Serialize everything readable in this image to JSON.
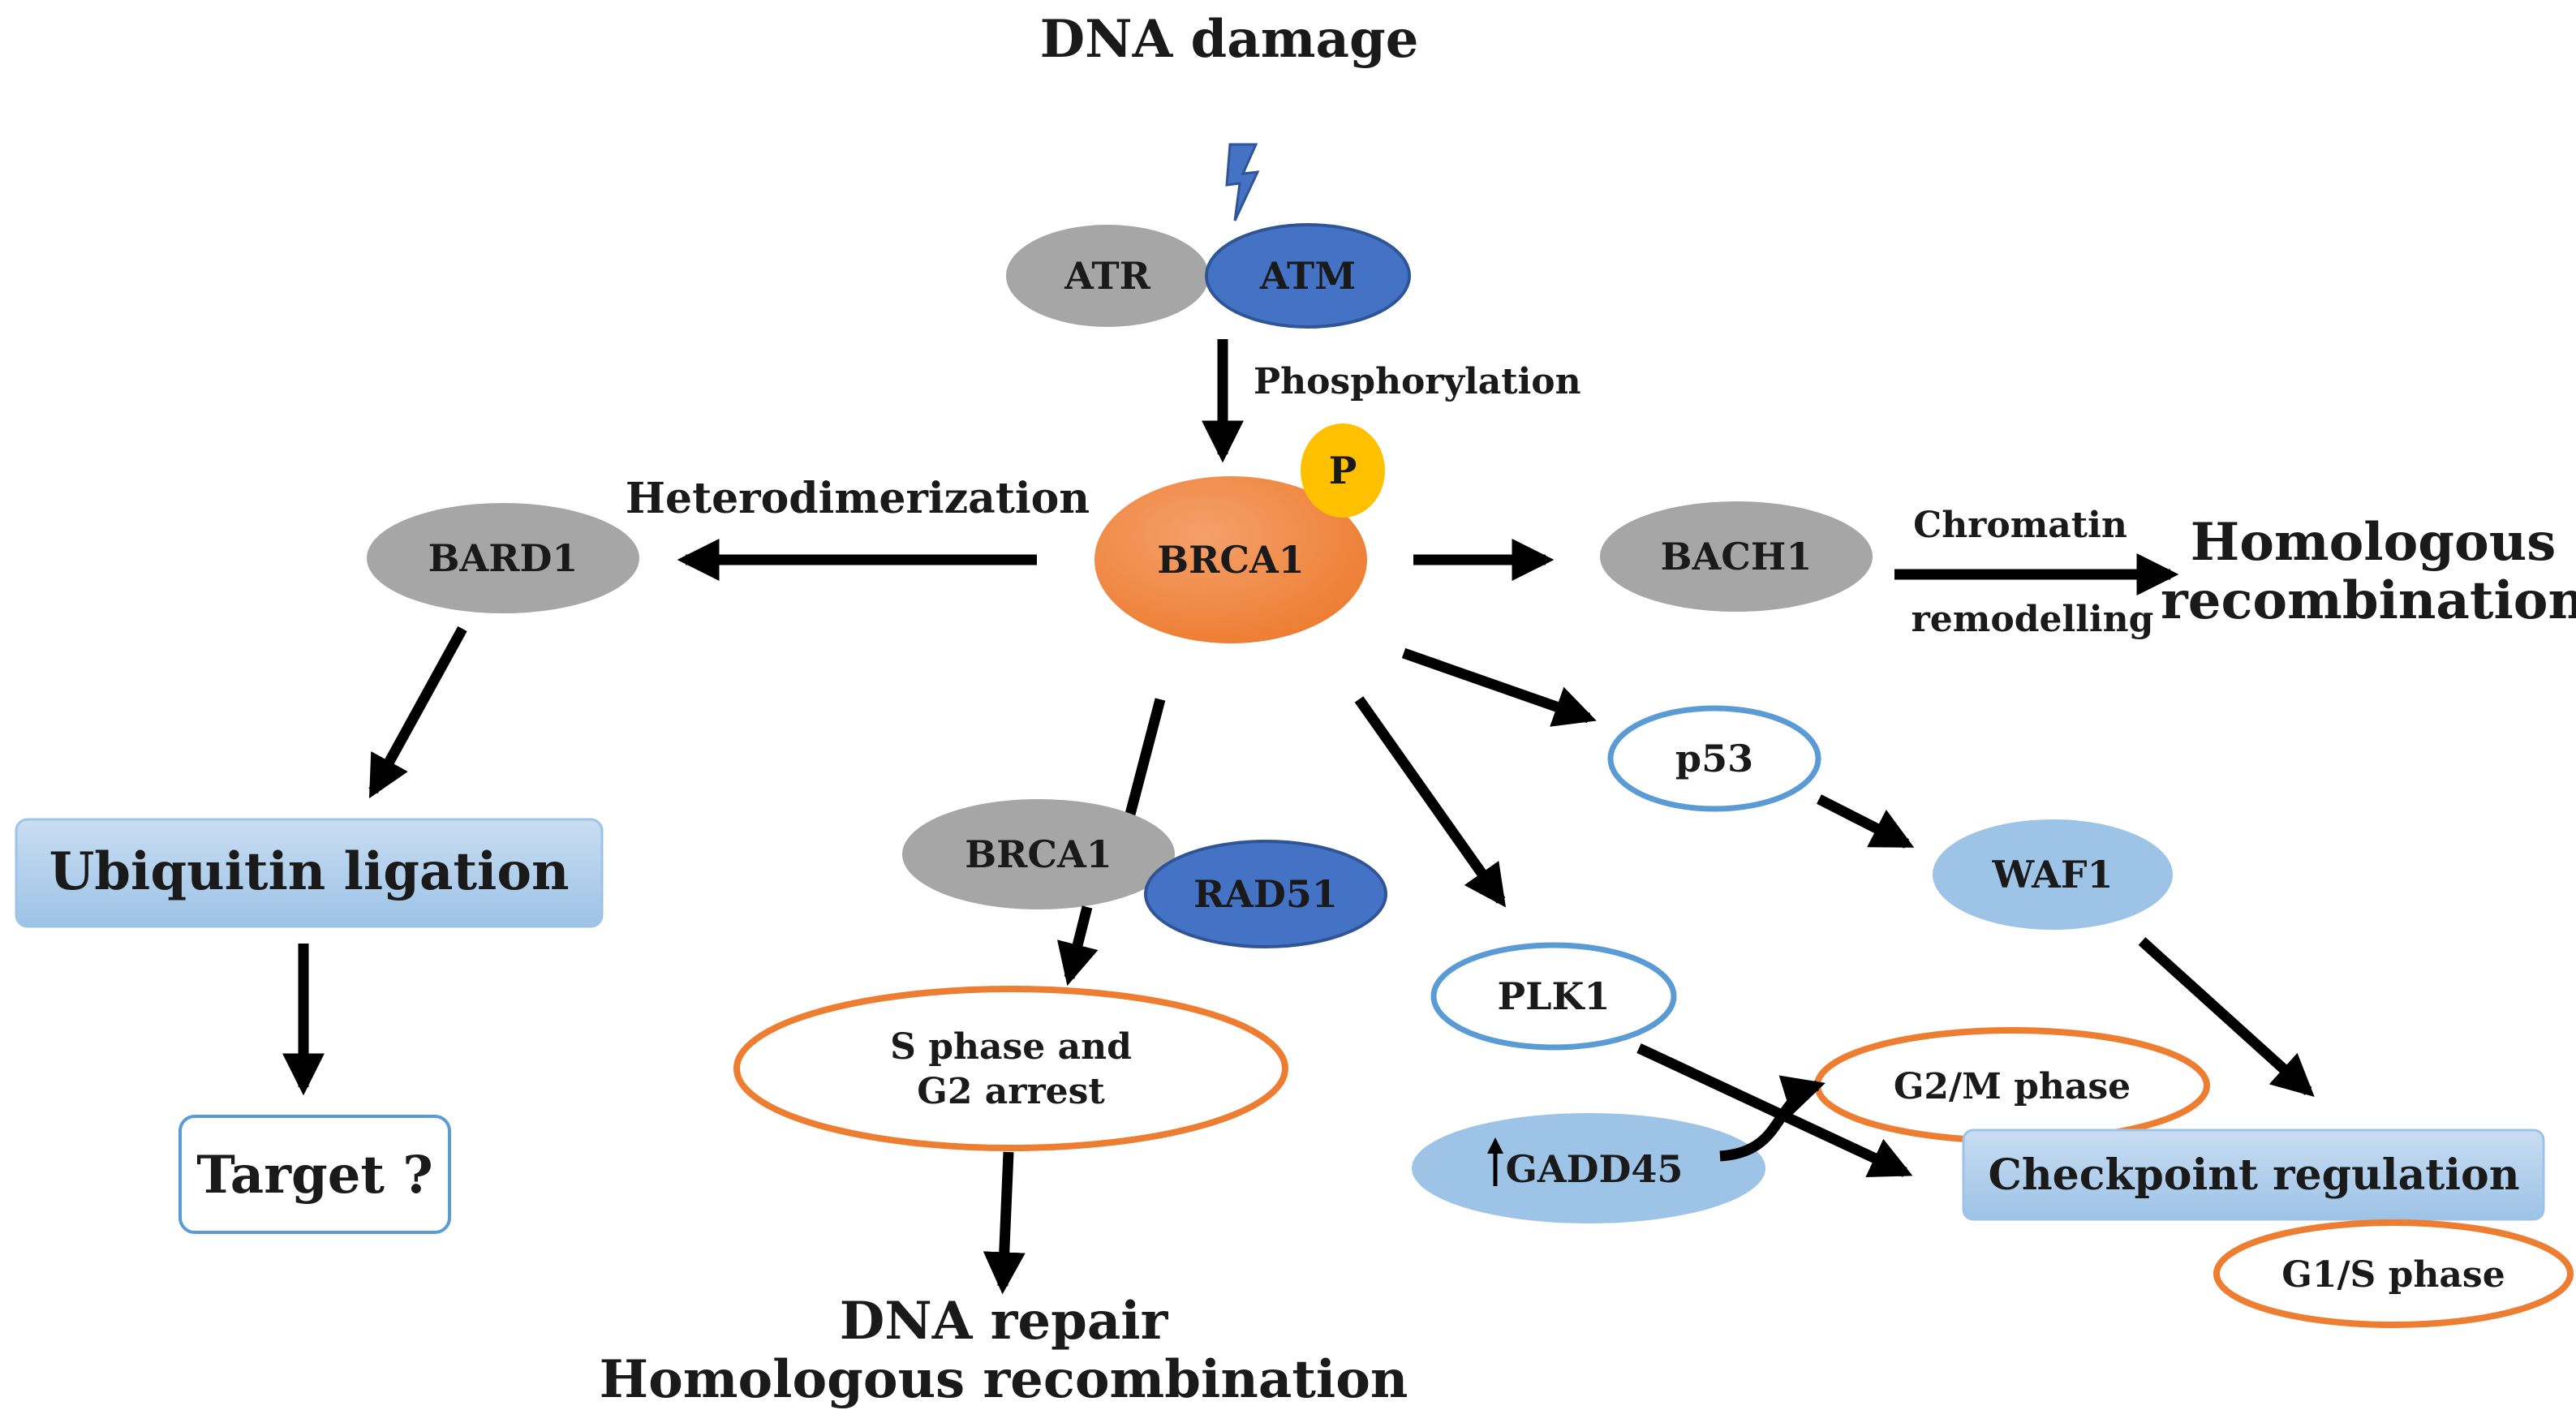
{
  "title": "DNA damage",
  "kinases": {
    "atr": "ATR",
    "atm": "ATM"
  },
  "phosphorylation": "Phosphorylation",
  "p_badge": "P",
  "brca1": "BRCA1",
  "heterodimerization": "Heterodimerization",
  "bard1": "BARD1",
  "ubiquitin": "Ubiquitin ligation",
  "target": "Target ?",
  "bach1": "BACH1",
  "chromatin": {
    "line1": "Chromatin",
    "line2": "remodelling"
  },
  "homologous_top": {
    "line1": "Homologous",
    "line2": "recombination"
  },
  "complex": {
    "brca1": "BRCA1",
    "rad51": "RAD51"
  },
  "sphase": {
    "line1": "S phase and",
    "line2": "G2 arrest"
  },
  "dna_repair": {
    "line1": "DNA repair",
    "line2": "Homologous recombination"
  },
  "p53": "p53",
  "waf1": "WAF1",
  "plk1": "PLK1",
  "gadd45": "GADD45",
  "g2m": "G2/M phase",
  "checkpoint": "Checkpoint regulation",
  "g1s": "G1/S phase",
  "colors": {
    "gray": "#a6a6a6",
    "dark_blue": "#4472c4",
    "orange": "#ed7d31",
    "light_blue": "#9dc3e6",
    "blue_outline": "#5b9bd5",
    "yellow": "#ffc000"
  }
}
